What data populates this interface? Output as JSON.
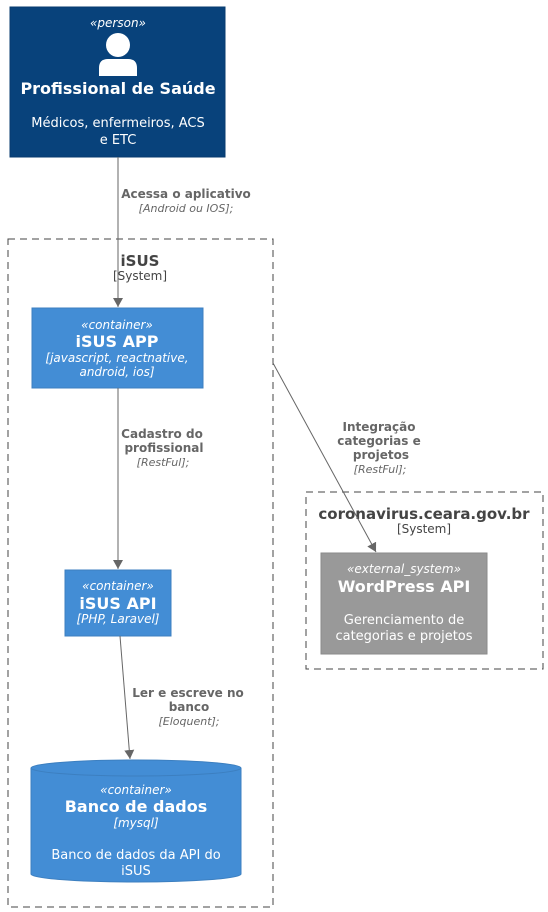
{
  "person": {
    "stereotype": "«person»",
    "title": "Profissional de Saúde",
    "description_lines": [
      "Médicos, enfermeiros, ACS",
      "e ETC"
    ]
  },
  "boundaries": {
    "isus": {
      "name": "iSUS",
      "type": "[System]"
    },
    "coronavirus": {
      "name": "coronavirus.ceara.gov.br",
      "type": "[System]"
    }
  },
  "containers": {
    "app": {
      "stereotype": "«container»",
      "title": "iSUS APP",
      "tech_lines": [
        "[javascript, reactnative,",
        "android, ios]"
      ]
    },
    "api": {
      "stereotype": "«container»",
      "title": "iSUS API",
      "tech_lines": [
        "[PHP, Laravel]"
      ]
    },
    "db": {
      "stereotype": "«container»",
      "title": "Banco de dados",
      "tech_lines": [
        "[mysql]"
      ],
      "description_lines": [
        "Banco de dados da API do",
        "iSUS"
      ]
    },
    "wordpress": {
      "stereotype": "«external_system»",
      "title": "WordPress API",
      "description_lines": [
        "Gerenciamento de",
        "categorias e projetos"
      ]
    }
  },
  "relations": {
    "person_app": {
      "label_lines": [
        "Acessa o aplicativo"
      ],
      "tech": "[Android ou IOS];"
    },
    "app_api": {
      "label_lines": [
        "Cadastro do",
        "profissional"
      ],
      "tech": "[RestFul];"
    },
    "api_db": {
      "label_lines": [
        "Ler e escreve no",
        "banco"
      ],
      "tech": "[Eloquent];"
    },
    "app_wp": {
      "label_lines": [
        "Integração",
        "categorias e",
        "projetos"
      ],
      "tech": "[RestFul];"
    }
  },
  "colors": {
    "person_fill": "#08427B",
    "container_fill": "#438DD5",
    "container_stroke": "#3C7FC0",
    "external_fill": "#999999",
    "external_stroke": "#8A8A8A",
    "arrow": "#666666",
    "label_text": "#666666",
    "boundary_text": "#444444"
  }
}
